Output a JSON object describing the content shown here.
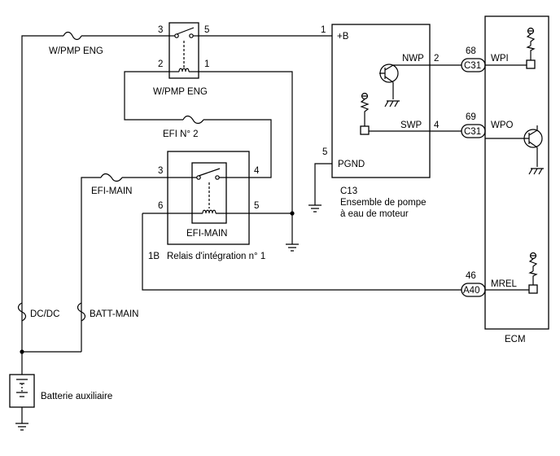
{
  "labels": {
    "fuse_wpmp": "W/PMP ENG",
    "relay_wpmp": "W/PMP ENG",
    "fuse_efi2": "EFI N° 2",
    "fuse_efimain": "EFI-MAIN",
    "relay_efimain": "EFI-MAIN",
    "fuse_dcdc": "DC/DC",
    "fuse_battmain": "BATT-MAIN",
    "battery": "Batterie auxiliaire",
    "integration_relay_code": "1B",
    "integration_relay_name": "Relais d'intégration n° 1",
    "pump_code": "C13",
    "pump_name_line1": "Ensemble de pompe",
    "pump_name_line2": "à eau de moteur",
    "ecm": "ECM"
  },
  "relay_wpmp_pins": {
    "p3": "3",
    "p5": "5",
    "p2": "2",
    "p1": "1"
  },
  "relay_efimain_pins": {
    "p3": "3",
    "p4": "4",
    "p6": "6",
    "p5": "5"
  },
  "pump": {
    "pin_b": "1",
    "label_b": "+B",
    "pin_nwp": "2",
    "label_nwp": "NWP",
    "pin_swp": "4",
    "label_swp": "SWP",
    "pin_pgnd": "5",
    "label_pgnd": "PGND"
  },
  "connectors": {
    "wpi": {
      "pin": "68",
      "conn": "C31",
      "signal": "WPI"
    },
    "wpo": {
      "pin": "69",
      "conn": "C31",
      "signal": "WPO"
    },
    "mrel": {
      "pin": "46",
      "conn": "A40",
      "signal": "MREL"
    }
  }
}
